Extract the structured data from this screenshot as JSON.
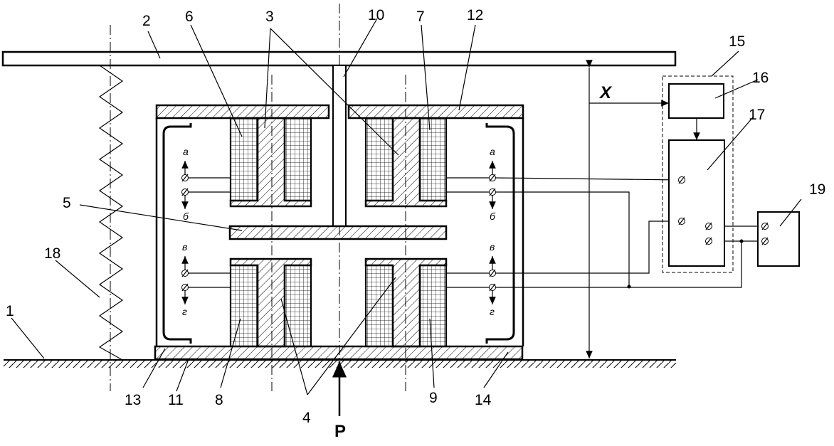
{
  "labels": {
    "n1": "1",
    "n2": "2",
    "n3": "3",
    "n4": "4",
    "n5": "5",
    "n6": "6",
    "n7": "7",
    "n8": "8",
    "n9": "9",
    "n10": "10",
    "n11": "11",
    "n12": "12",
    "n13": "13",
    "n14": "14",
    "n15": "15",
    "n16": "16",
    "n17": "17",
    "n18": "18",
    "n19": "19"
  },
  "signals": {
    "x": "X",
    "p": "P"
  },
  "terminals": {
    "a": "а",
    "b": "б",
    "v": "в",
    "g": "г"
  }
}
